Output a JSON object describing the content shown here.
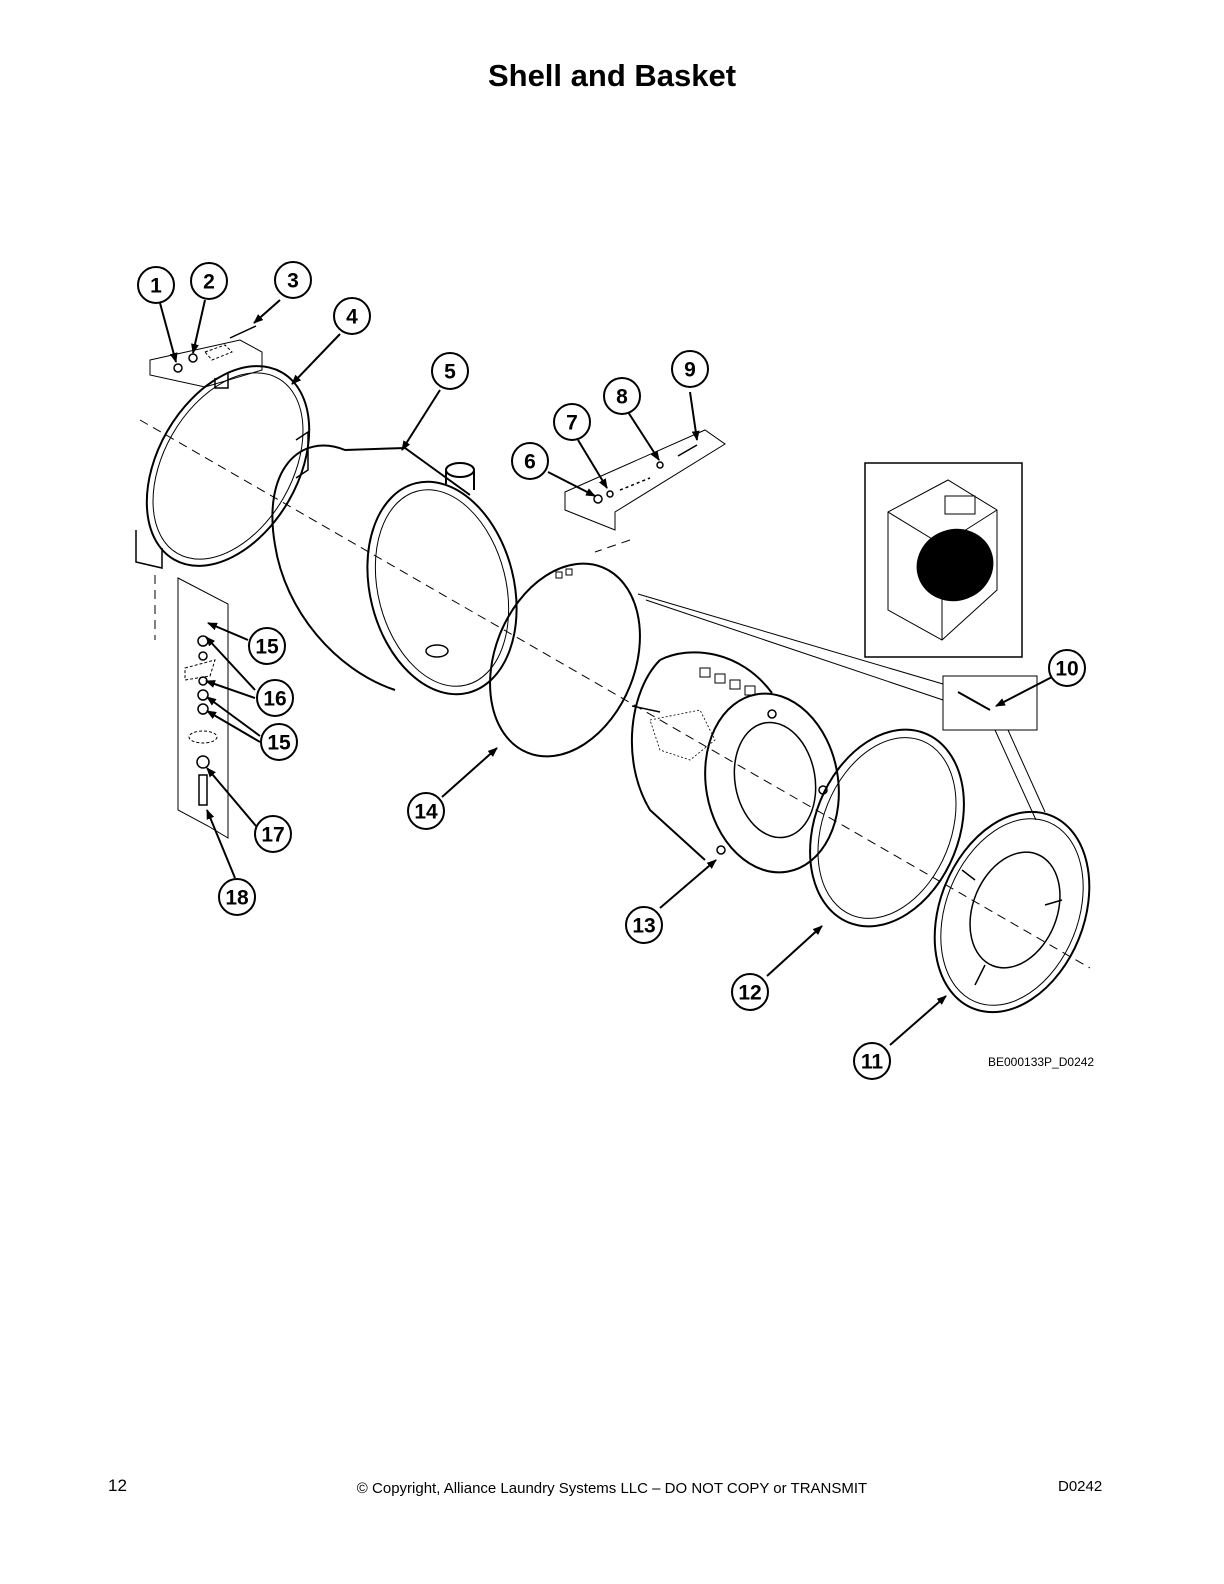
{
  "page": {
    "title": "Shell and Basket",
    "drawing_id": "BE000133P_D0242",
    "page_number": "12",
    "copyright": "© Copyright, Alliance Laundry Systems LLC – DO NOT COPY or TRANSMIT",
    "doc_code": "D0242"
  },
  "callouts": [
    "1",
    "2",
    "3",
    "4",
    "5",
    "6",
    "7",
    "8",
    "9",
    "10",
    "11",
    "12",
    "13",
    "14",
    "15",
    "16",
    "15",
    "17",
    "18"
  ]
}
